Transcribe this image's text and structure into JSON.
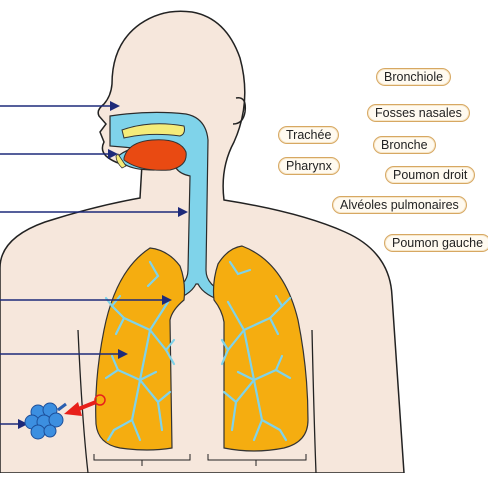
{
  "labels": {
    "bronchiole": "Bronchiole",
    "fosses_nasales": "Fosses nasales",
    "trachee": "Trachée",
    "bronche": "Bronche",
    "pharynx": "Pharynx",
    "poumon_droit": "Poumon droit",
    "alveoles": "Alvéoles pulmonaires",
    "poumon_gauche": "Poumon gauche"
  },
  "colors": {
    "body_fill": "#f6e7dc",
    "body_outline": "#222222",
    "airway": "#7fd3ea",
    "lung": "#f5ad10",
    "tongue": "#e94a12",
    "palate": "#f4ec7a",
    "pointer": "#1d2a7a",
    "alveoli": "#3c8fe0",
    "red_arrow": "#e8201a"
  }
}
